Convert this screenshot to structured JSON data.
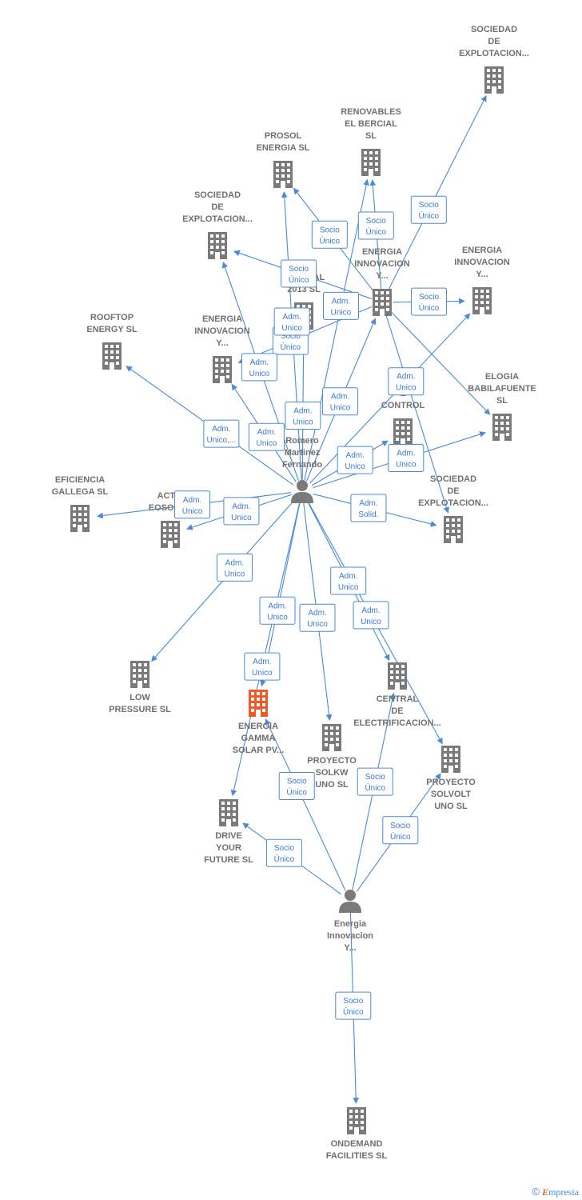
{
  "colors": {
    "edge": "#4a8ad8",
    "building": "#7a7a7a",
    "highlight": "#f05a28",
    "person": "#7a7a7a"
  },
  "nodes": [
    {
      "id": "sdx1",
      "kind": "building",
      "label": [
        "SOCIEDAD",
        "DE",
        "EXPLOTACION..."
      ]
    },
    {
      "id": "renovables",
      "kind": "building",
      "label": [
        "RENOVABLES",
        "EL BERCIAL",
        "SL"
      ]
    },
    {
      "id": "prosol",
      "kind": "building",
      "label": [
        "PROSOL",
        "ENERGIA  SL"
      ]
    },
    {
      "id": "sdx2",
      "kind": "building",
      "label": [
        "SOCIEDAD",
        "DE",
        "EXPLOTACION..."
      ]
    },
    {
      "id": "eiy1",
      "kind": "building",
      "label": [
        "ENERGIA",
        "INNOVACION",
        "Y..."
      ]
    },
    {
      "id": "eiy2",
      "kind": "building",
      "label": [
        "ENERGIA",
        "INNOVACION",
        "Y..."
      ]
    },
    {
      "id": "centraltren",
      "kind": "building",
      "label": [
        "CENTRAL",
        "2013  SL"
      ]
    },
    {
      "id": "rooftop",
      "kind": "building",
      "label": [
        "ROOFTOP",
        "ENERGY  SL"
      ]
    },
    {
      "id": "eiy3",
      "kind": "building",
      "label": [
        "ENERGIA",
        "INNOVACION",
        "Y..."
      ]
    },
    {
      "id": "elogia",
      "kind": "building",
      "label": [
        "ELOGIA",
        "BABILAFUENTE",
        "SL"
      ]
    },
    {
      "id": "contro",
      "kind": "building",
      "label": [
        "E",
        "CONTROL"
      ]
    },
    {
      "id": "romero",
      "kind": "person",
      "label": [
        "Romero",
        "Martinez",
        "Fernando"
      ]
    },
    {
      "id": "eficiencia",
      "kind": "building",
      "label": [
        "EFICIENCIA",
        "GALLEGA  SL"
      ]
    },
    {
      "id": "activ",
      "kind": "building",
      "label": [
        "ACTIV",
        "EOSOLAR"
      ]
    },
    {
      "id": "sdx3",
      "kind": "building",
      "label": [
        "SOCIEDAD",
        "DE",
        "EXPLOTACION..."
      ]
    },
    {
      "id": "low",
      "kind": "building",
      "label": [
        "LOW",
        "PRESSURE  SL"
      ]
    },
    {
      "id": "centralelec",
      "kind": "building",
      "label": [
        "CENTRAL",
        "DE",
        "ELECTRIFICACION..."
      ]
    },
    {
      "id": "gamma",
      "kind": "building",
      "highlight": true,
      "label": [
        "ENERGIA",
        "GAMMA",
        "SOLAR PV..."
      ]
    },
    {
      "id": "solkw",
      "kind": "building",
      "label": [
        "PROYECTO",
        "SOLKW",
        "UNO  SL"
      ]
    },
    {
      "id": "solvolt",
      "kind": "building",
      "label": [
        "PROYECTO",
        "SOLVOLT",
        "UNO  SL"
      ]
    },
    {
      "id": "drive",
      "kind": "building",
      "label": [
        "DRIVE",
        "YOUR",
        "FUTURE  SL"
      ]
    },
    {
      "id": "einno",
      "kind": "person",
      "label": [
        "Energia",
        "Innovacion",
        "Y..."
      ]
    },
    {
      "id": "ondemand",
      "kind": "building",
      "label": [
        "ONDEMAND",
        "FACILITIES SL"
      ]
    }
  ],
  "edges": [
    {
      "from": "eiy1",
      "to": "sdx1",
      "badge": [
        "Socio",
        "Único"
      ]
    },
    {
      "from": "eiy1",
      "to": "renovables",
      "badge": [
        "Socio",
        "Único"
      ]
    },
    {
      "from": "eiy1",
      "to": "prosol",
      "badge": [
        "Socio",
        "Único"
      ]
    },
    {
      "from": "eiy1",
      "to": "sdx2",
      "badge": [
        "Socio",
        "Único"
      ]
    },
    {
      "from": "eiy1",
      "to": "eiy2",
      "badge": [
        "Socio",
        "Único"
      ]
    },
    {
      "from": "eiy1",
      "to": "elogia",
      "badge": []
    },
    {
      "from": "eiy1",
      "to": "sdx3",
      "badge": []
    },
    {
      "from": "eiy1",
      "to": "eiy3",
      "badge": [
        "Socio",
        "Único"
      ]
    },
    {
      "from": "romero",
      "to": "renovables",
      "badge": [
        "Adm.",
        "Unico"
      ]
    },
    {
      "from": "romero",
      "to": "prosol",
      "badge": [
        "Adm.",
        "Unico"
      ]
    },
    {
      "from": "romero",
      "to": "sdx2",
      "badge": [
        "Adm.",
        "Unico"
      ]
    },
    {
      "from": "romero",
      "to": "eiy1",
      "badge": [
        "Adm.",
        "Unico"
      ]
    },
    {
      "from": "romero",
      "to": "eiy3",
      "badge": [
        "Adm.",
        "Unico"
      ]
    },
    {
      "from": "romero",
      "to": "rooftop",
      "badge": [
        "Adm.",
        "Unico,..."
      ]
    },
    {
      "from": "romero",
      "to": "eiy2",
      "badge": [
        "Adm.",
        "Unico"
      ]
    },
    {
      "from": "romero",
      "to": "contro",
      "badge": [
        "Adm.",
        "Unico"
      ]
    },
    {
      "from": "romero",
      "to": "elogia",
      "badge": [
        "Adm.",
        "Unico"
      ]
    },
    {
      "from": "romero",
      "to": "eficiencia",
      "badge": [
        "Adm.",
        "Unico"
      ]
    },
    {
      "from": "romero",
      "to": "activ",
      "badge": [
        "Adm.",
        "Unico"
      ]
    },
    {
      "from": "romero",
      "to": "sdx3",
      "badge": [
        "Adm.",
        "Solid."
      ]
    },
    {
      "from": "romero",
      "to": "low",
      "badge": [
        "Adm.",
        "Unico"
      ]
    },
    {
      "from": "romero",
      "to": "gamma",
      "badge": [
        "Adm.",
        "Unico"
      ]
    },
    {
      "from": "romero",
      "to": "drive",
      "badge": [
        "Adm.",
        "Unico"
      ]
    },
    {
      "from": "romero",
      "to": "solkw",
      "badge": [
        "Adm.",
        "Unico"
      ]
    },
    {
      "from": "romero",
      "to": "centralelec",
      "badge": [
        "Adm.",
        "Unico"
      ]
    },
    {
      "from": "romero",
      "to": "solvolt",
      "badge": [
        "Adm.",
        "Unico"
      ]
    },
    {
      "from": "romero",
      "to": "centraltren",
      "badge": [
        "Adm.",
        "Unico"
      ]
    },
    {
      "from": "einno",
      "to": "gamma",
      "badge": [
        "Socio",
        "Único"
      ]
    },
    {
      "from": "einno",
      "to": "drive",
      "badge": [
        "Socio",
        "Único"
      ]
    },
    {
      "from": "einno",
      "to": "centralelec",
      "badge": [
        "Socio",
        "Único"
      ]
    },
    {
      "from": "einno",
      "to": "solvolt",
      "badge": [
        "Socio",
        "Único"
      ]
    },
    {
      "from": "einno",
      "to": "ondemand",
      "badge": [
        "Socio",
        "Único"
      ]
    }
  ],
  "footer": {
    "copyright": "©",
    "brand_initial": "E",
    "brand_rest": "mpresia"
  }
}
